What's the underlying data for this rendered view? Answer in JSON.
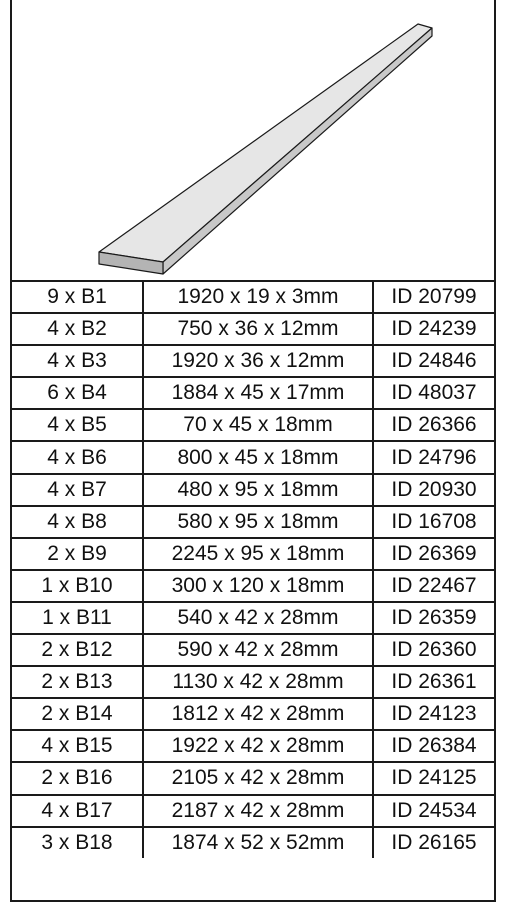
{
  "parts": [
    {
      "qty": "9 x B1",
      "dims": "1920 x 19 x 3mm",
      "id": "ID 20799"
    },
    {
      "qty": "4 x B2",
      "dims": "750 x 36 x 12mm",
      "id": "ID 24239"
    },
    {
      "qty": "4 x B3",
      "dims": "1920 x 36 x 12mm",
      "id": "ID 24846"
    },
    {
      "qty": "6 x B4",
      "dims": "1884 x 45 x 17mm",
      "id": "ID 48037"
    },
    {
      "qty": "4 x B5",
      "dims": "70 x 45 x 18mm",
      "id": "ID 26366"
    },
    {
      "qty": "4 x B6",
      "dims": "800 x 45 x 18mm",
      "id": "ID 24796"
    },
    {
      "qty": "4 x B7",
      "dims": "480 x 95 x 18mm",
      "id": "ID 20930"
    },
    {
      "qty": "4 x B8",
      "dims": "580 x 95 x 18mm",
      "id": "ID 16708"
    },
    {
      "qty": "2 x B9",
      "dims": "2245 x 95 x 18mm",
      "id": "ID 26369"
    },
    {
      "qty": "1 x B10",
      "dims": "300 x 120 x 18mm",
      "id": "ID 22467"
    },
    {
      "qty": "1 x B11",
      "dims": "540 x 42 x 28mm",
      "id": "ID 26359"
    },
    {
      "qty": "2 x B12",
      "dims": "590 x 42 x 28mm",
      "id": "ID 26360"
    },
    {
      "qty": "2 x B13",
      "dims": "1130 x 42 x 28mm",
      "id": "ID 26361"
    },
    {
      "qty": "2 x B14",
      "dims": "1812 x 42 x 28mm",
      "id": "ID 24123"
    },
    {
      "qty": "4 x B15",
      "dims": "1922 x 42 x 28mm",
      "id": "ID 26384"
    },
    {
      "qty": "2 x B16",
      "dims": "2105 x 42 x 28mm",
      "id": "ID 24125"
    },
    {
      "qty": "4 x B17",
      "dims": "2187 x 42 x 28mm",
      "id": "ID 24534"
    },
    {
      "qty": "3 x B18",
      "dims": "1874 x 52 x 52mm",
      "id": "ID 26165"
    }
  ],
  "colors": {
    "line": "#1a1a1a",
    "board_top": "#e6e6e6",
    "board_side": "#c8c8c8",
    "board_end": "#b4b4b4"
  },
  "icons": {
    "board": "wooden-board-isometric-icon"
  }
}
